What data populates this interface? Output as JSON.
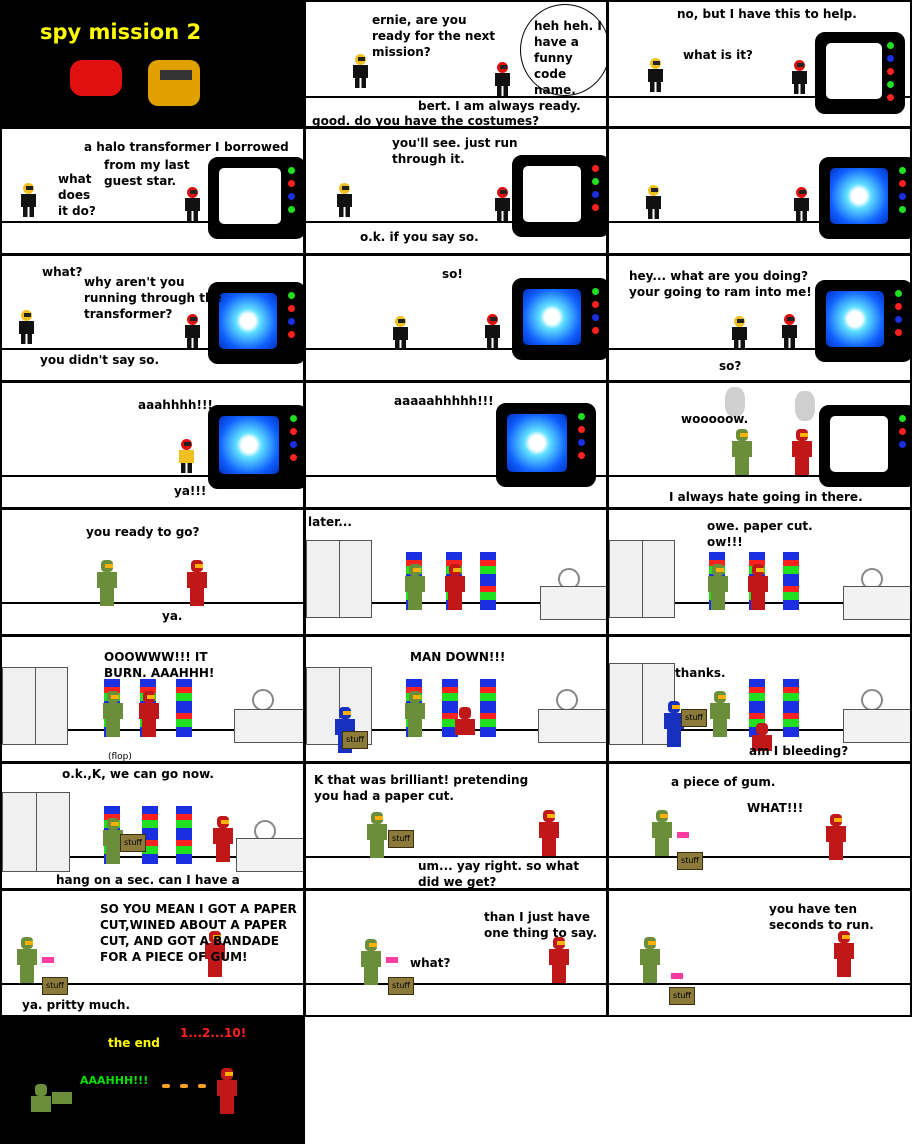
{
  "title": "spy mission 2",
  "panels": {
    "p2": {
      "ernie_line": "ernie, are you\nready for the next\nmission?",
      "bert_thought": "heh heh. I\nhave a\nfunny code\nname.",
      "bert_reply": "bert. I am always ready.",
      "ernie_ask": "good. do you have the costumes?"
    },
    "p3": {
      "bert": "no, but I have this to help.",
      "ernie": "what is it?"
    },
    "p4": {
      "bert_a": "a halo transformer I",
      "bert_b": "borrowed",
      "bert_c": "from my last\nguest star.",
      "ernie": "what\ndoes\nit do?"
    },
    "p5": {
      "bert": "you'll see. just run\nthrough it.",
      "ernie": "o.k. if you say so."
    },
    "p7": {
      "ernie": "what?",
      "bert": "why aren't you\nrunning through the\ntransformer?",
      "ernie_reply": "you didn't say so."
    },
    "p8": {
      "bert": "so!"
    },
    "p9": {
      "bert": "hey... what are you doing?\nyour going to ram into me!",
      "ernie": "so?"
    },
    "p10": {
      "scream": "aaahhhh!!!",
      "ya": "ya!!!"
    },
    "p11": {
      "scream": "aaaaahhhhh!!!"
    },
    "p12": {
      "green": "wooooow.",
      "red": "I always hate going in there."
    },
    "p13": {
      "green": "you ready to go?",
      "red": "ya."
    },
    "p14": {
      "caption": "later..."
    },
    "p15": {
      "red": "owe. paper cut.\now!!!"
    },
    "p16": {
      "red": "OOOWWW!!! IT\nBURN. AAAHHH!",
      "sfx": "(flop)"
    },
    "p17": {
      "shout": "MAN DOWN!!!",
      "crate": "stuff"
    },
    "p18": {
      "green": "thanks.",
      "red": "am I bleeding?",
      "crate": "stuff"
    },
    "p19": {
      "green": "o.k.,K, we can go now.",
      "red": "hang on a sec. can I have a bandade?",
      "crate": "stuff"
    },
    "p20": {
      "red": "K that was brilliant! pretending\nyou had a paper cut.",
      "green": "um... yay right. so what\ndid we get?",
      "crate": "stuff"
    },
    "p21": {
      "green": "a piece of gum.",
      "red": "WHAT!!!",
      "crate": "stuff"
    },
    "p22": {
      "red": "SO YOU MEAN I GOT A PAPER\nCUT,WINED ABOUT A PAPER\nCUT, AND GOT A     BANDADE\nFOR A PIECE OF     GUM!",
      "green": "ya. pritty much.",
      "crate": "stuff"
    },
    "p23": {
      "red": "than I just have\none thing to say.",
      "green": "what?",
      "crate": "stuff"
    },
    "p24": {
      "red": "you have ten\nseconds to run.",
      "crate": "stuff"
    },
    "p25": {
      "end": "the end",
      "count": "1...2...10!",
      "scream": "AAAHHH!!!"
    }
  },
  "colors": {
    "title": "#ffff00",
    "red": "#c01818",
    "green": "#6b8e3a",
    "gum": "#ff3aa0",
    "portal": "#1060ff"
  }
}
